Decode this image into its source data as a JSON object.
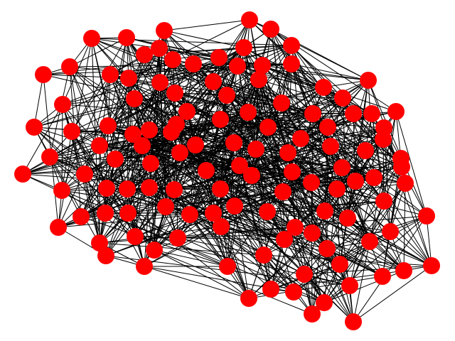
{
  "graph": {
    "node_color": "#ff0000",
    "edge_color": "#000000",
    "background_color": "#ffffff",
    "node_count": 122,
    "visual_pattern": "dense-random-network",
    "edge_density": 0.55
  }
}
